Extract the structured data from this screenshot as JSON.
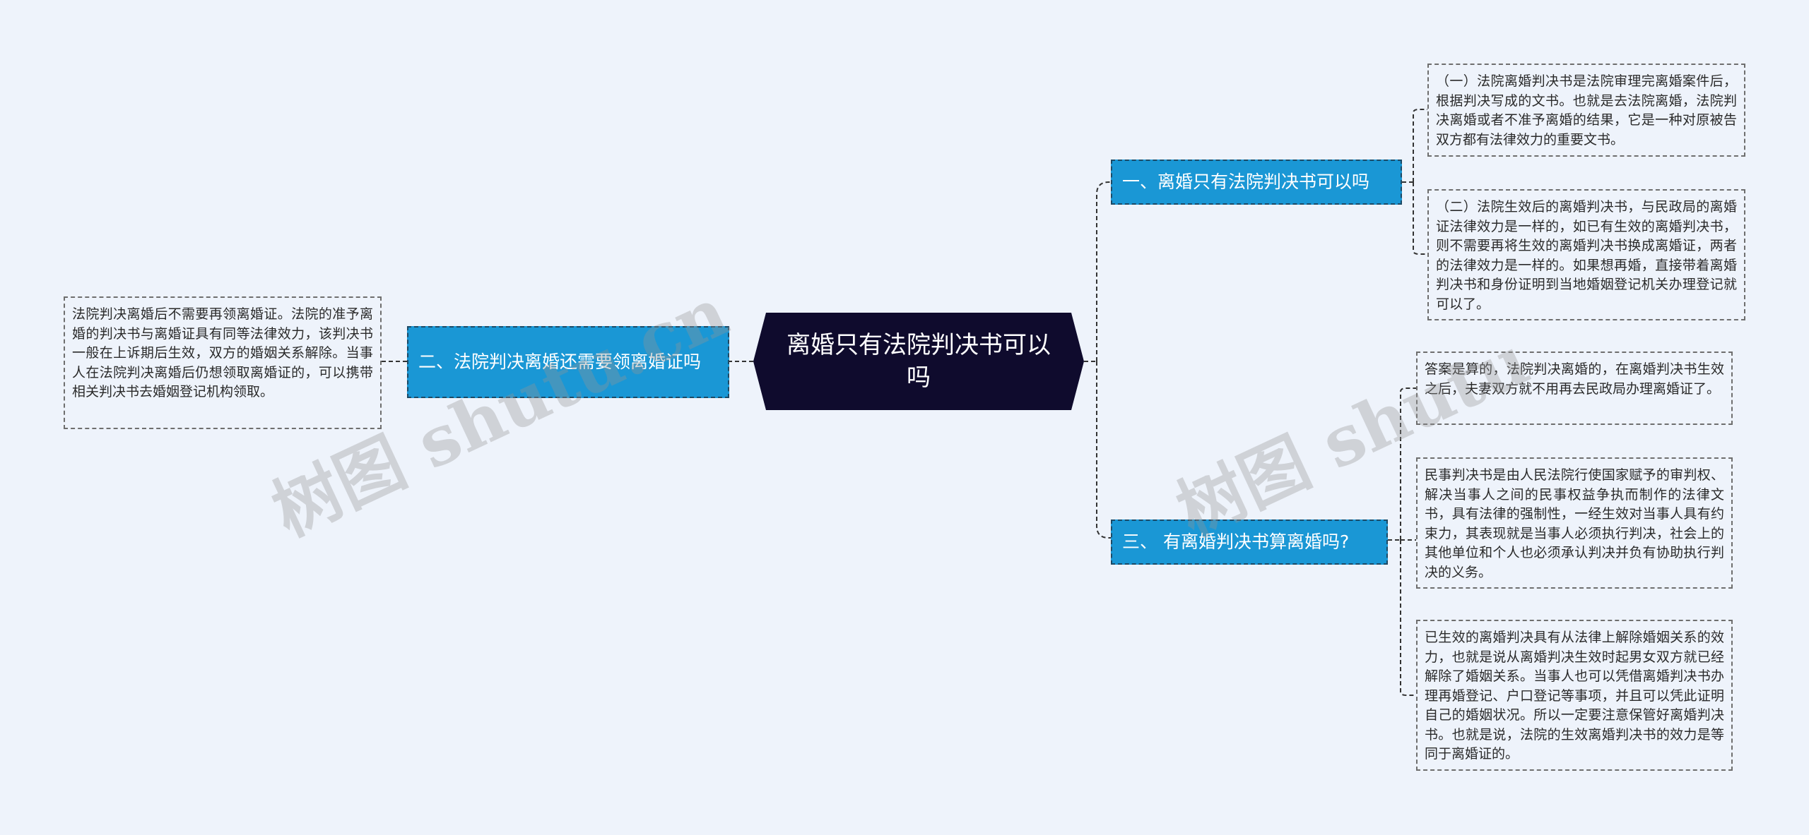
{
  "central": {
    "title": "离婚只有法院判决书可以吗"
  },
  "branches": [
    {
      "label": "一、离婚只有法院判决书可以吗",
      "leaves": [
        "（一）法院离婚判决书是法院审理完离婚案件后，根据判决写成的文书。也就是去法院离婚，法院判决离婚或者不准予离婚的结果，它是一种对原被告双方都有法律效力的重要文书。",
        "（二）法院生效后的离婚判决书，与民政局的离婚证法律效力是一样的，如已有生效的离婚判决书，则不需要再将生效的离婚判决书换成离婚证，两者的法律效力是一样的。如果想再婚，直接带着离婚判决书和身份证明到当地婚姻登记机关办理登记就可以了。"
      ]
    },
    {
      "label": "二、法院判决离婚还需要领离婚证吗",
      "leaves": [
        "法院判决离婚后不需要再领离婚证。法院的准予离婚的判决书与离婚证具有同等法律效力，该判决书一般在上诉期后生效，双方的婚姻关系解除。当事人在法院判决离婚后仍想领取离婚证的，可以携带相关判决书去婚姻登记机构领取。"
      ]
    },
    {
      "label": "三、 有离婚判决书算离婚吗?",
      "leaves": [
        "答案是算的，法院判决离婚的，在离婚判决书生效之后，夫妻双方就不用再去民政局办理离婚证了。",
        "民事判决书是由人民法院行使国家赋予的审判权、解决当事人之间的民事权益争执而制作的法律文书，具有法律的强制性，一经生效对当事人具有约束力，其表现就是当事人必须执行判决，社会上的其他单位和个人也必须承认判决并负有协助执行判决的义务。",
        "已生效的离婚判决具有从法律上解除婚姻关系的效力，也就是说从离婚判决生效时起男女双方就已经解除了婚姻关系。当事人也可以凭借离婚判决书办理再婚登记、户口登记等事项，并且可以凭此证明自己的婚姻状况。所以一定要注意保管好离婚判决书。也就是说，法院的生效离婚判决书的效力是等同于离婚证的。"
      ]
    }
  ],
  "watermarks": [
    "树图 shutu.cn",
    "树图 shutu"
  ],
  "colors": {
    "central_bg": "#0f0b2d",
    "branch_bg": "#1a97d5",
    "background": "#eef3fb",
    "line": "#333333"
  }
}
